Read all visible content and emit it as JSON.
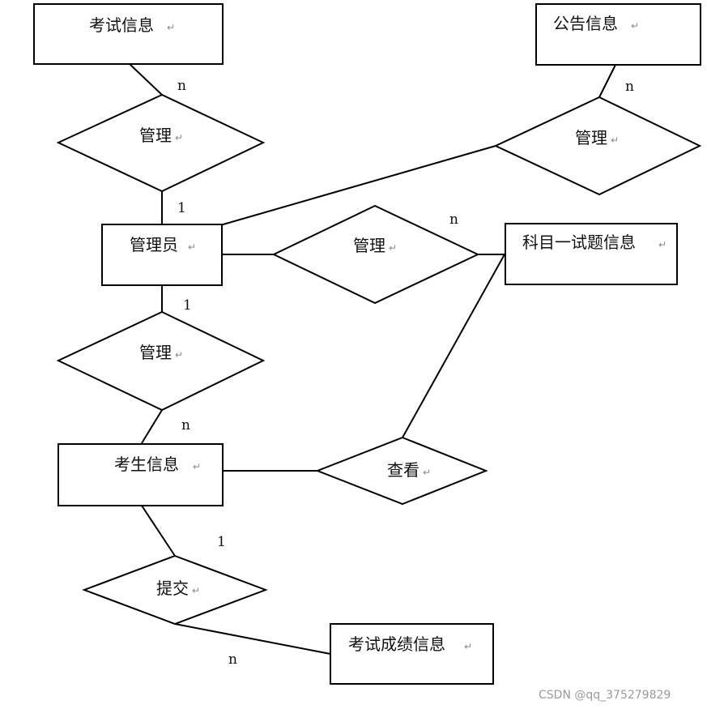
{
  "entities": {
    "exam_info": "考试信息",
    "notice_info": "公告信息",
    "admin": "管理员",
    "subject_question_info": "科目一试题信息",
    "examinee_info": "考生信息",
    "exam_score_info": "考试成绩信息"
  },
  "relationships": {
    "manage_exam": "管理",
    "manage_notice": "管理",
    "manage_subject": "管理",
    "manage_examinee": "管理",
    "view": "查看",
    "submit": "提交"
  },
  "cardinalities": {
    "exam_n": "n",
    "exam_admin_1": "1",
    "notice_n": "n",
    "subject_n": "n",
    "examinee_admin_1": "1",
    "examinee_n": "n",
    "submit_1": "1",
    "score_n": "n"
  },
  "watermark": "CSDN @qq_375279829"
}
